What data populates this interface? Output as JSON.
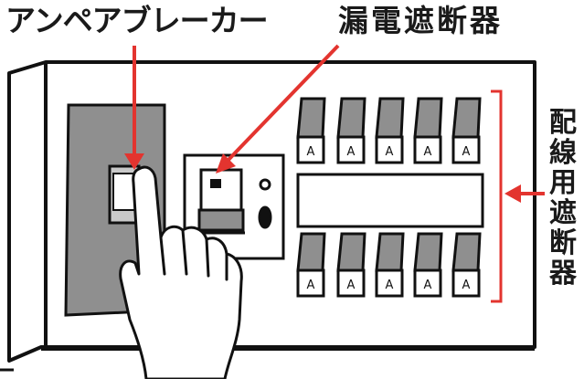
{
  "labels": {
    "ampere_breaker": "アンペアブレーカー",
    "earth_leakage_breaker": "漏電遮断器",
    "branch_breaker_chars": [
      "配",
      "線",
      "用",
      "遮",
      "断",
      "器"
    ]
  },
  "colors": {
    "arrow": "#e3342f",
    "line": "#111111",
    "panel_gray": "#8f8f8f",
    "background": "#ffffff"
  },
  "icons": [
    "hand-pointer-icon",
    "breaker-switch-icon",
    "pointer-arrow-icon"
  ]
}
